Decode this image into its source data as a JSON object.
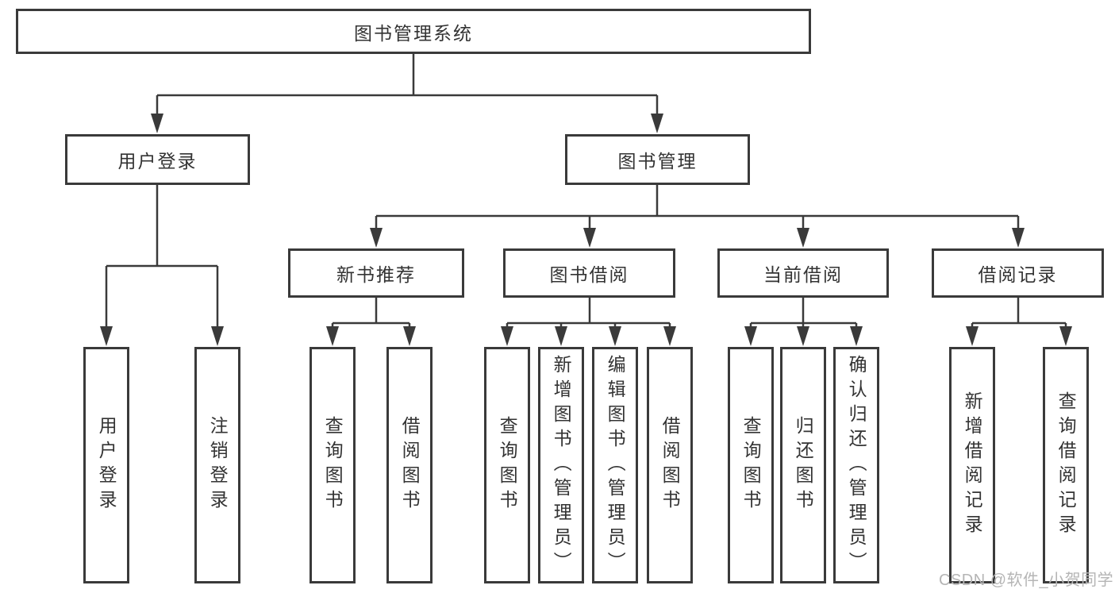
{
  "tree": {
    "root": {
      "label": "图书管理系统",
      "children": [
        {
          "label": "用户登录",
          "children": [
            {
              "label": "用户登录"
            },
            {
              "label": "注销登录"
            }
          ]
        },
        {
          "label": "图书管理",
          "children": [
            {
              "label": "新书推荐",
              "children": [
                {
                  "label": "查询图书"
                },
                {
                  "label": "借阅图书"
                }
              ]
            },
            {
              "label": "图书借阅",
              "children": [
                {
                  "label": "查询图书"
                },
                {
                  "label": "新增图书（管理员）"
                },
                {
                  "label": "编辑图书（管理员）"
                },
                {
                  "label": "借阅图书"
                }
              ]
            },
            {
              "label": "当前借阅",
              "children": [
                {
                  "label": "查询图书"
                },
                {
                  "label": "归还图书"
                },
                {
                  "label": "确认归还（管理员）"
                }
              ]
            },
            {
              "label": "借阅记录",
              "children": [
                {
                  "label": "新增借阅记录"
                },
                {
                  "label": "查询借阅记录"
                }
              ]
            }
          ]
        }
      ]
    }
  },
  "watermark": {
    "text": "CSDN @软件_小贺同学",
    "color": "#b5b5b5"
  },
  "colors": {
    "line": "#3a3a3a",
    "box_border": "#3a3a3a",
    "text": "#333333",
    "background": "#ffffff"
  }
}
